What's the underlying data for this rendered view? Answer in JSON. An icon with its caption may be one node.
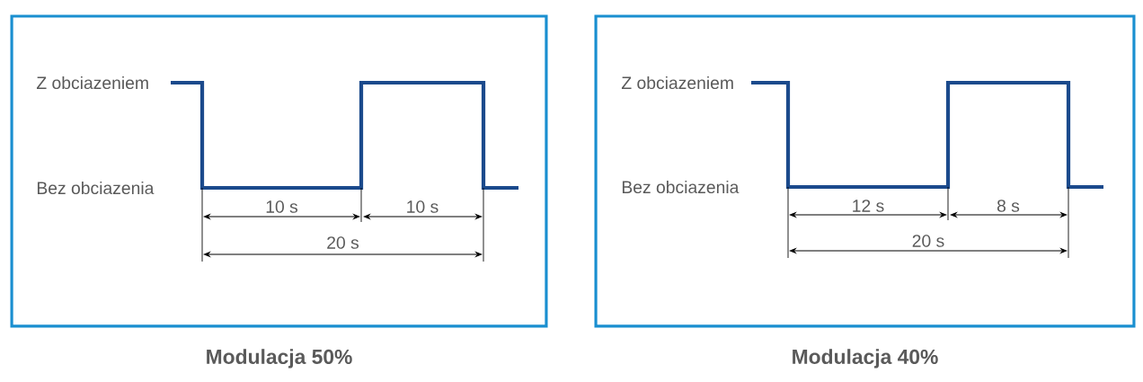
{
  "diagram": {
    "nodes": [
      {
        "text": [
          "Modulacja 50%"
        ]
      },
      {
        "text": [
          "Modulacja 40%"
        ]
      }
    ],
    "labels": [
      "Z obciazeniem",
      "Bez obciazenia",
      "10 s",
      "10 s",
      "20 s",
      "Z obciazeniem",
      "Bez obciazenia",
      "12 s",
      "8 s",
      "20 s"
    ]
  }
}
